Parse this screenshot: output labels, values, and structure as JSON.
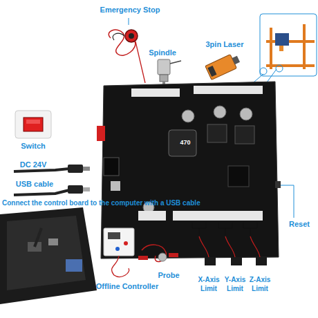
{
  "diagram": {
    "labels": [
      "Emergency Stop",
      "Spindle",
      "3pin Laser",
      "Switch",
      "DC 24V",
      "USB cable",
      "Connect the control board to the computer with a USB cable",
      "Reset",
      "Offline Controller",
      "Probe",
      "X-Axis Limit",
      "Y-Axis Limit",
      "Z-Axis Limit",
      "470"
    ]
  }
}
